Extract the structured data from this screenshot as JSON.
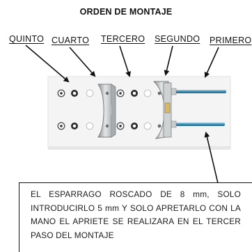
{
  "title": "ORDEN DE MONTAJE",
  "steps": {
    "quinto": "QUINTO",
    "cuarto": "CUARTO",
    "tercero": "TERCERO",
    "segundo": "SEGUNDO",
    "primero": "PRIMERO"
  },
  "note": "EL ESPARRAGO ROSCADO DE 8 mm, SOLO INTRODUCIRLO 5 mm Y SOLO APRETARLO CON LA MANO EL APRIETE SE REALIZARA EN EL TERCER PASO DEL MONTAJE",
  "colors": {
    "rod": "#3b8fb6",
    "plate": "#f4f4f4",
    "metal": "#b9bcbe",
    "text": "#111111"
  }
}
